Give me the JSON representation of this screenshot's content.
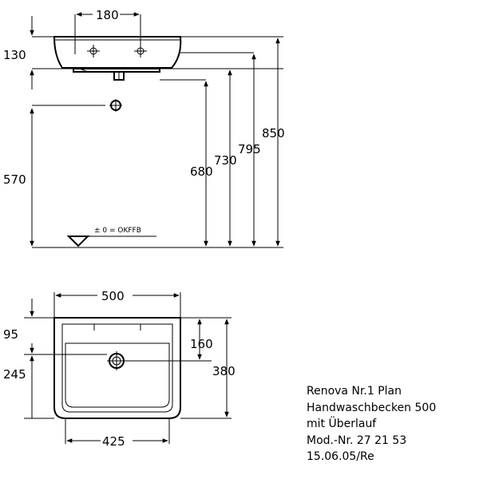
{
  "side_view": {
    "dim_top_width": "180",
    "dim_height_left": "130",
    "dim_floor_to_waste": "570",
    "dim_680": "680",
    "dim_730": "730",
    "dim_795": "795",
    "dim_850": "850",
    "floor_label": "± 0 = OKFFB"
  },
  "plan_view": {
    "dim_width": "500",
    "dim_inner_width": "425",
    "dim_95": "95",
    "dim_245": "245",
    "dim_160": "160",
    "dim_380": "380"
  },
  "info": {
    "line1": "Renova Nr.1 Plan",
    "line2": "Handwaschbecken 500",
    "line3": "mit Überlauf",
    "line4": "Mod.-Nr. 27 21 53",
    "line5": "15.06.05/Re"
  },
  "colors": {
    "line": "#000000",
    "background": "#ffffff"
  }
}
